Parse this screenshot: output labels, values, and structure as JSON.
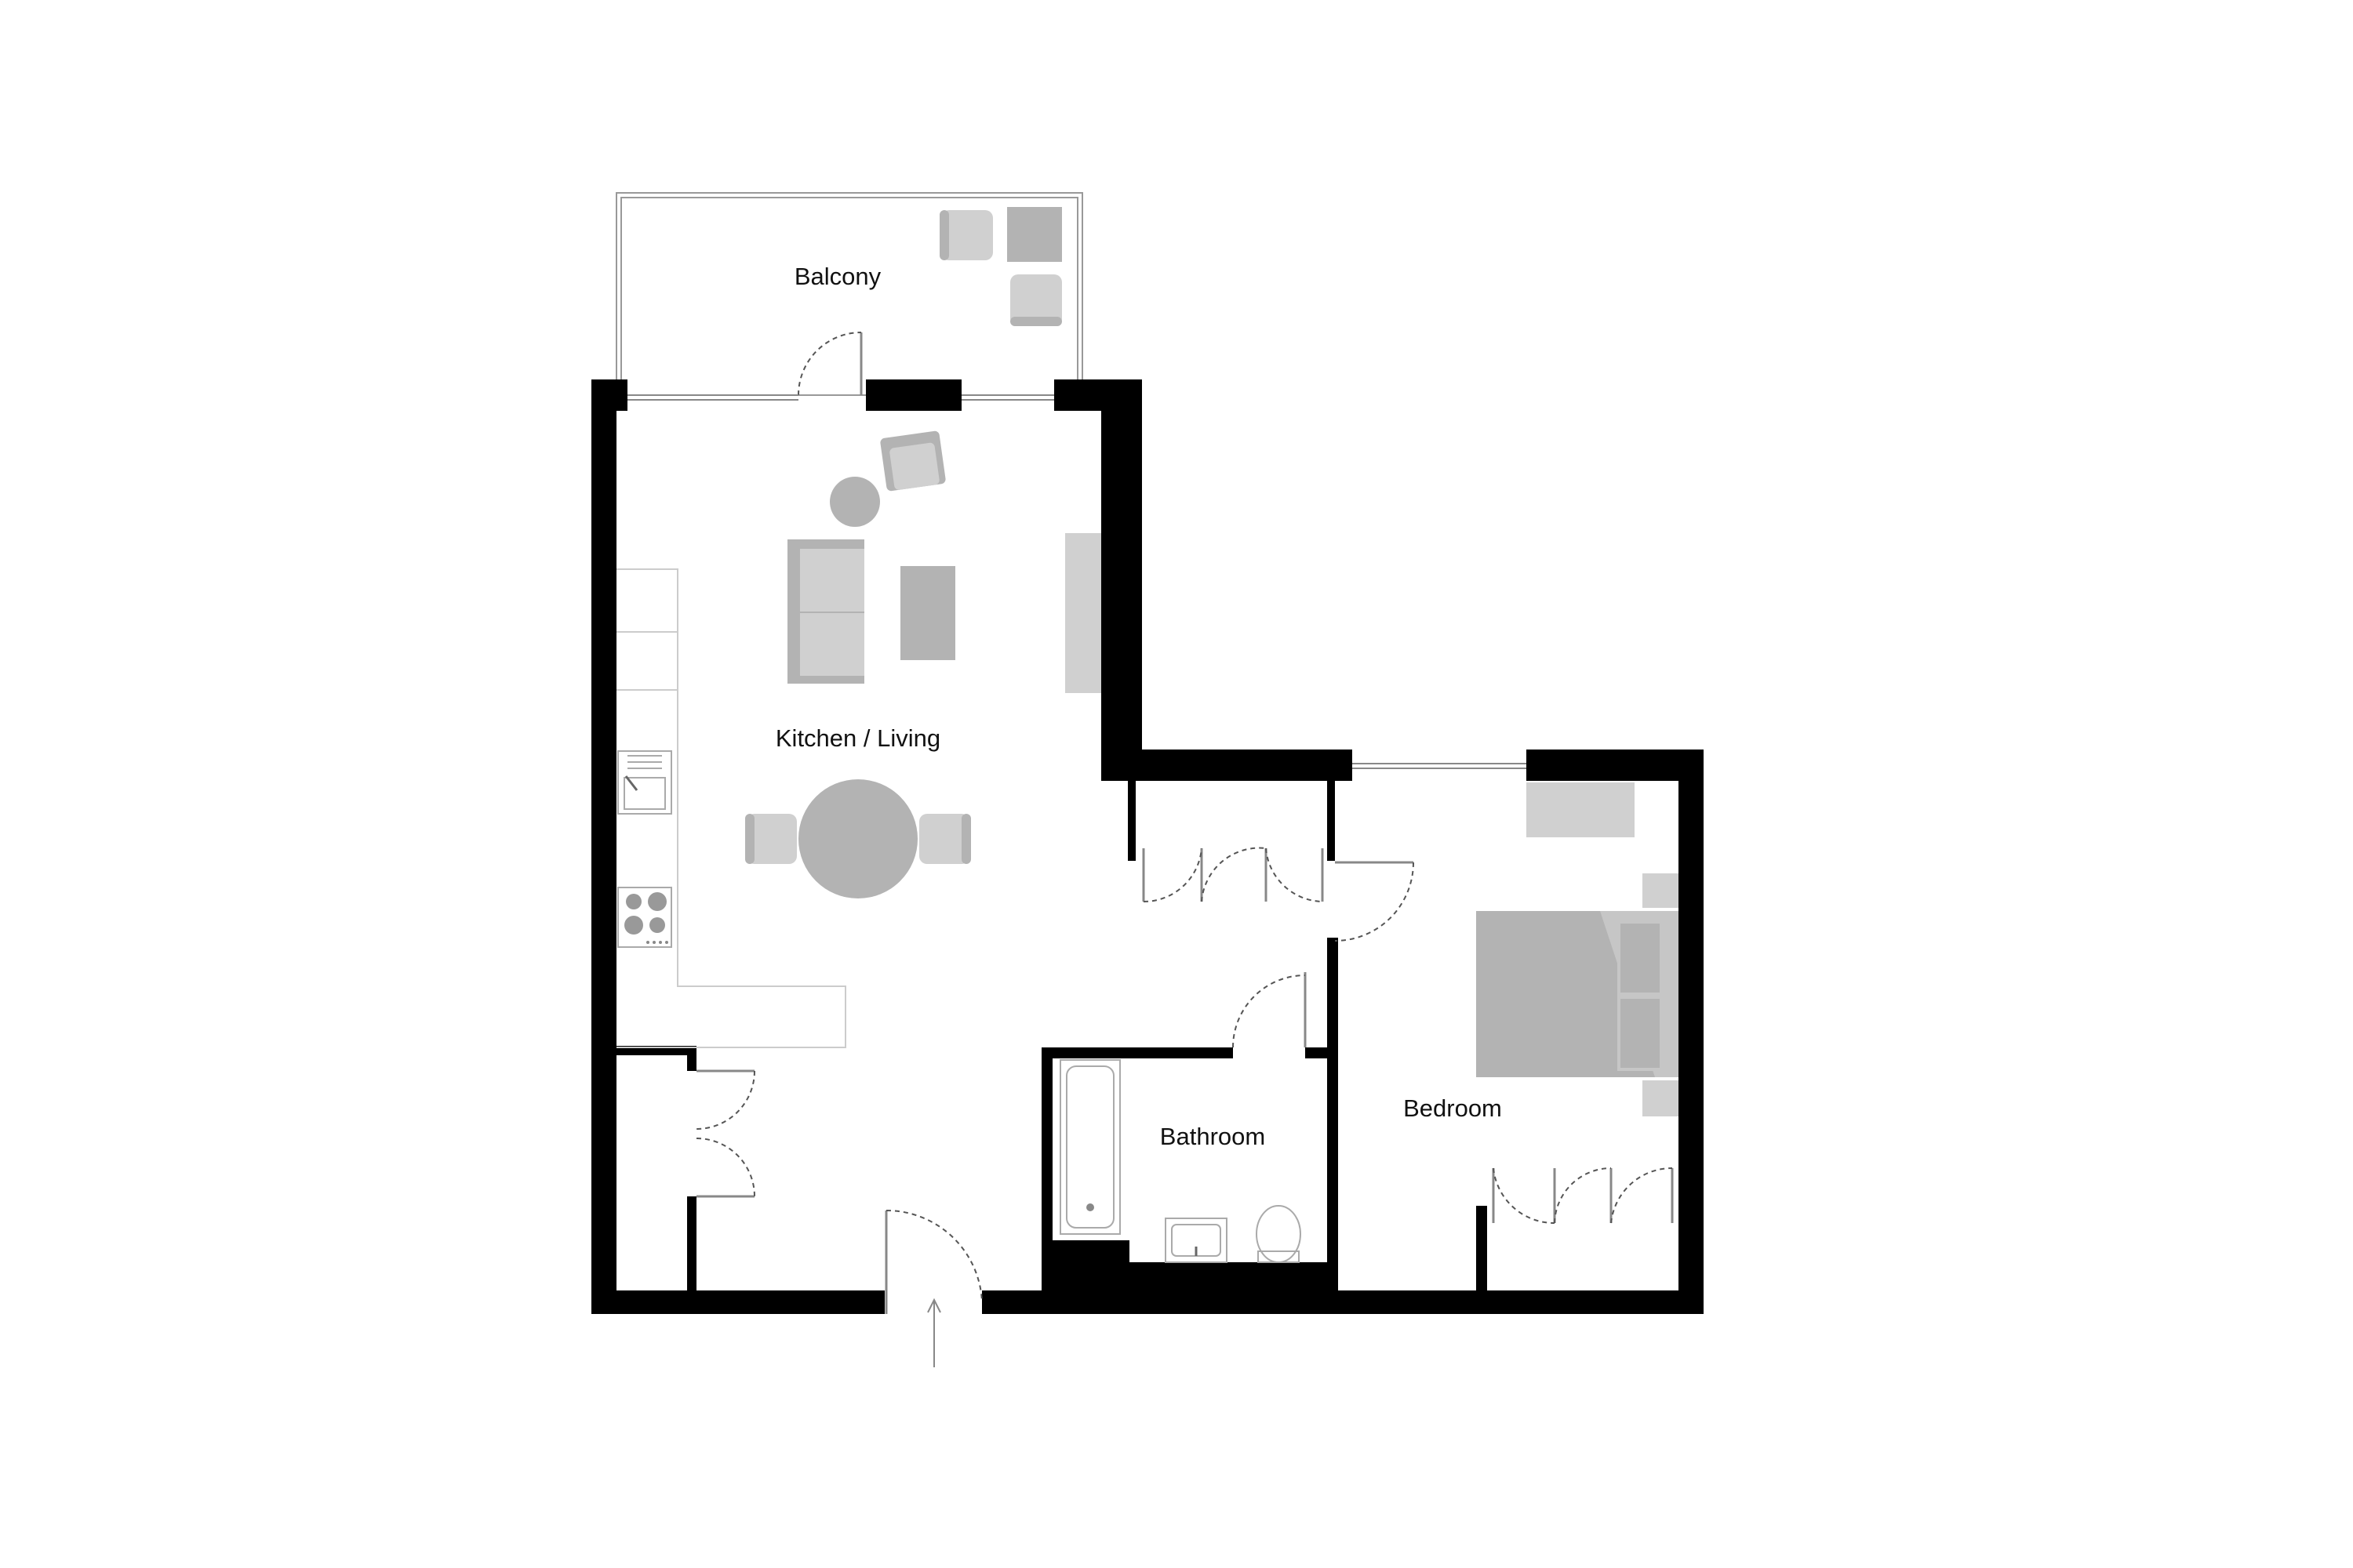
{
  "plan": {
    "rooms": {
      "balcony": "Balcony",
      "kitchen_living": "Kitchen / Living",
      "bathroom": "Bathroom",
      "bedroom": "Bedroom"
    },
    "colors": {
      "wall": "#000000",
      "furniture_light": "#d0d0d0",
      "furniture_mid": "#b3b3b3",
      "line": "#999999"
    },
    "icons": {
      "entrance": "arrow-up-icon",
      "sink": "sink-icon",
      "hob": "hob-icon",
      "toilet": "toilet-icon",
      "bathtub": "bathtub-icon"
    }
  }
}
